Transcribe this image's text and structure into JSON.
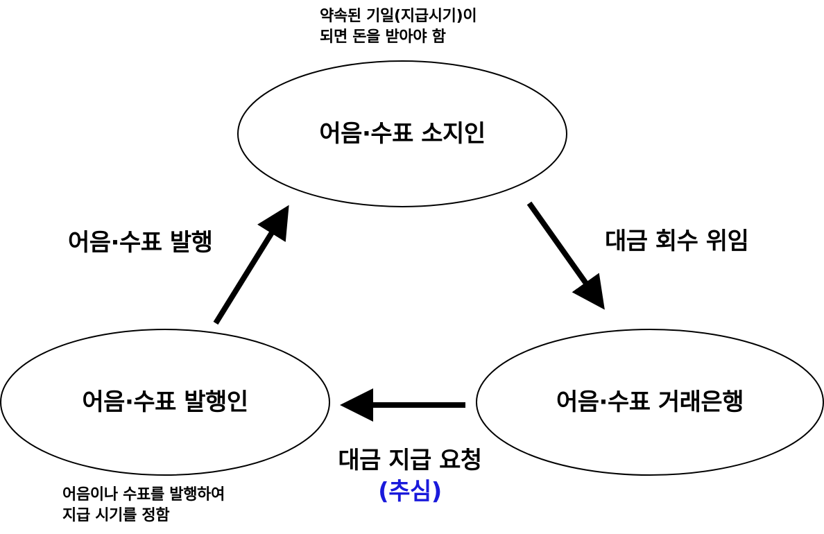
{
  "nodes": {
    "holder": {
      "label": "어음·수표 소지인"
    },
    "issuer": {
      "label": "어음·수표 발행인"
    },
    "bank": {
      "label": "어음·수표 거래은행"
    }
  },
  "edges": {
    "issue": {
      "label": "어음·수표 발행"
    },
    "delegate": {
      "label": "대금 회수 위임"
    },
    "request": {
      "label": "대금 지급 요청",
      "sublabel": "(추심)"
    }
  },
  "notes": {
    "holder_note": {
      "line1": "약속된 기일(지급시기)이",
      "line2": "되면 돈을 받아야 함"
    },
    "issuer_note": {
      "line1": "어음이나 수표를 발행하여",
      "line2": "지급 시기를 정함"
    }
  },
  "colors": {
    "stroke": "#000000",
    "accent": "#1a1adb"
  }
}
